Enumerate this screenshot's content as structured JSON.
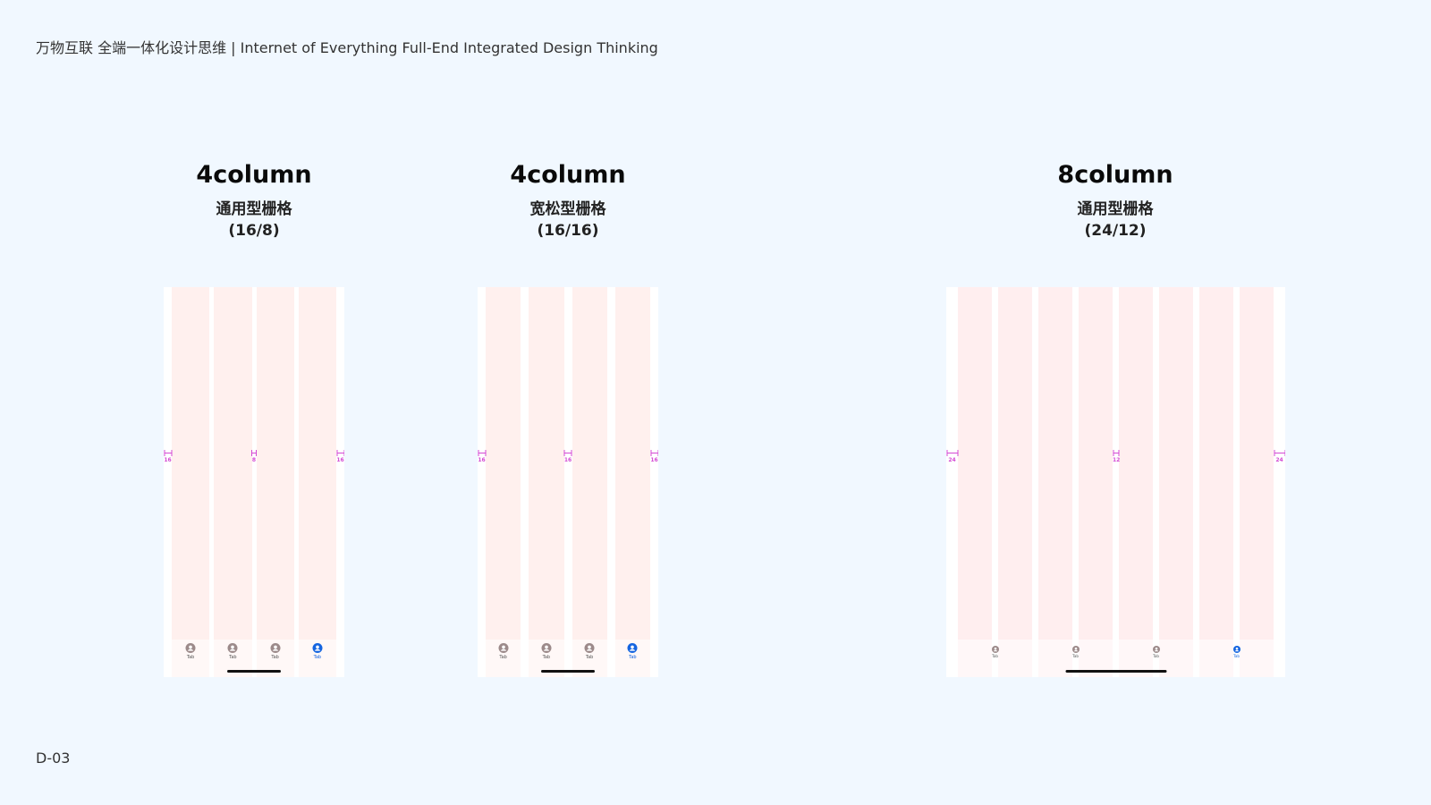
{
  "header": {
    "title": "万物互联 全端一体化设计思维 | Internet of Everything Full-End Integrated Design Thinking"
  },
  "footer": {
    "page_code": "D-03"
  },
  "colors": {
    "background": "#f1f8ff",
    "frame": "#ffffff",
    "column": "#fff0ee",
    "column_alt": "#ffeeef",
    "measure": "#d44ad4",
    "tab_inactive": "#9c8a8a",
    "tab_active": "#1565e0",
    "home_indicator": "#111111"
  },
  "panels": [
    {
      "title": "4column",
      "subtitle": "通用型栅格",
      "spec": "(16/8)",
      "columns": 4,
      "margin_label": "16",
      "gutter_label": "8",
      "tabs": [
        {
          "label": "Tab",
          "icon": "user-icon",
          "active": false
        },
        {
          "label": "Tab",
          "icon": "user-icon",
          "active": false
        },
        {
          "label": "Tab",
          "icon": "user-icon",
          "active": false
        },
        {
          "label": "Tab",
          "icon": "user-icon",
          "active": true
        }
      ]
    },
    {
      "title": "4column",
      "subtitle": "宽松型栅格",
      "spec": "(16/16)",
      "columns": 4,
      "margin_label": "16",
      "gutter_label": "16",
      "tabs": [
        {
          "label": "Tab",
          "icon": "user-icon",
          "active": false
        },
        {
          "label": "Tab",
          "icon": "user-icon",
          "active": false
        },
        {
          "label": "Tab",
          "icon": "user-icon",
          "active": false
        },
        {
          "label": "Tab",
          "icon": "user-icon",
          "active": true
        }
      ]
    },
    {
      "title": "8column",
      "subtitle": "通用型栅格",
      "spec": "(24/12)",
      "columns": 8,
      "margin_label": "24",
      "gutter_label": "12",
      "tabs": [
        {
          "label": "Tab",
          "icon": "user-icon",
          "active": false
        },
        {
          "label": "Tab",
          "icon": "user-icon",
          "active": false
        },
        {
          "label": "Tab",
          "icon": "user-icon",
          "active": false
        },
        {
          "label": "Tab",
          "icon": "user-icon",
          "active": true
        }
      ]
    }
  ]
}
